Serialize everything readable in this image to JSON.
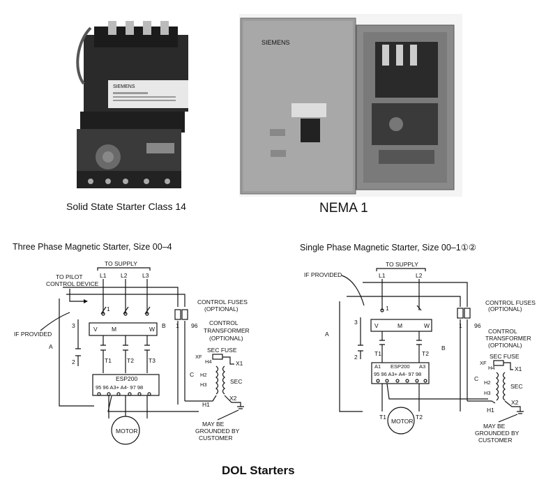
{
  "photos": {
    "left_caption": "Solid State Starter Class 14",
    "right_caption": "NEMA 1",
    "brand_left": "SIEMENS",
    "brand_right": "SIEMENS"
  },
  "diagram_left": {
    "title": "Three Phase Magnetic Starter, Size 00–4",
    "to_supply": "TO SUPPLY",
    "lines": [
      "L1",
      "L2",
      "L3"
    ],
    "to_pilot": "TO PILOT",
    "control_device": "CONTROL DEVICE",
    "if_provided": "IF PROVIDED",
    "control_fuses": "CONTROL FUSES",
    "optional": "(OPTIONAL)",
    "control": "CONTROL",
    "transformer": "TRANSFORMER",
    "optional2": "(OPTIONAL)",
    "sec_fuse": "SEC FUSE",
    "sec": "SEC",
    "coil_v": "V",
    "coil_m": "M",
    "coil_w": "W",
    "t1": "T1",
    "t2": "T2",
    "t3": "T3",
    "esp": "ESP200",
    "esp_terms": "95  96  A3+  A4-  97  98",
    "motor": "MOTOR",
    "grounded1": "MAY BE",
    "grounded2": "GROUNDED BY",
    "grounded3": "CUSTOMER",
    "a": "A",
    "b": "B",
    "c": "C",
    "n1": "1",
    "n3": "3",
    "n2": "2",
    "n96": "96",
    "h1": "H1",
    "h2": "H2",
    "h3": "H3",
    "h4": "H4",
    "xf": "XF",
    "x1": "X1",
    "x2": "X2"
  },
  "diagram_right": {
    "title": "Single Phase Magnetic Starter, Size 00–1①②",
    "to_supply": "TO SUPPLY",
    "lines": [
      "L1",
      "L2"
    ],
    "if_provided": "IF PROVIDED",
    "control_fuses": "CONTROL FUSES",
    "optional": "(OPTIONAL)",
    "control": "CONTROL",
    "transformer": "TRANSFORMER",
    "optional2": "(OPTIONAL)",
    "sec_fuse": "SEC FUSE",
    "sec": "SEC",
    "coil_v": "V",
    "coil_m": "M",
    "coil_w": "W",
    "t1": "T1",
    "t2": "T2",
    "a1": "A1",
    "a3": "A3",
    "esp": "ESP200",
    "esp_terms": "95  96  A3+  A4-  97  98",
    "motor": "MOTOR",
    "grounded1": "MAY BE",
    "grounded2": "GROUNDED BY",
    "grounded3": "CUSTOMER",
    "a": "A",
    "b": "B",
    "c": "C",
    "n1": "1",
    "n3": "3",
    "n2": "2",
    "n96": "96",
    "h1": "H1",
    "h2": "H2",
    "h3": "H3",
    "h4": "H4",
    "xf": "XF",
    "x1": "X1",
    "x2": "X2"
  },
  "footer": "DOL Starters"
}
